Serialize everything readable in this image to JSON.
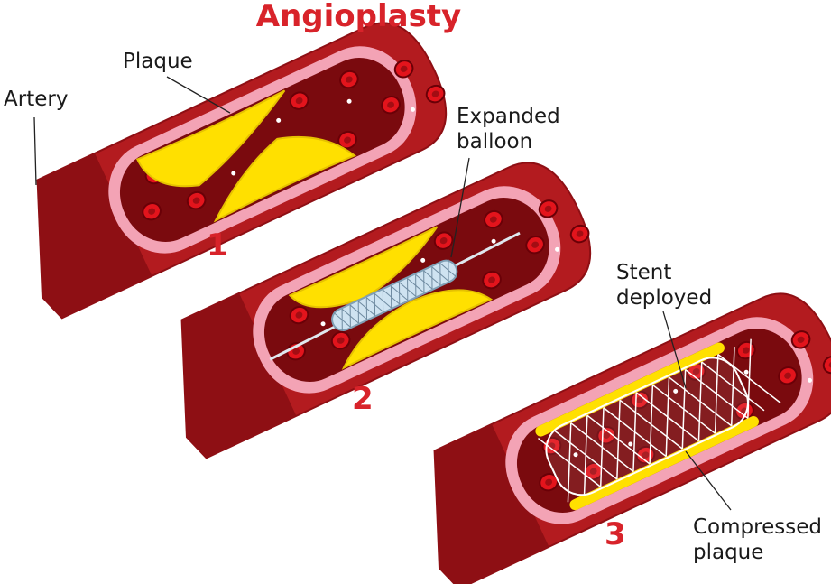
{
  "title": "Angioplasty",
  "labels": {
    "artery": "Artery",
    "plaque": "Plaque",
    "expanded_balloon_1": "Expanded",
    "expanded_balloon_2": "balloon",
    "stent_deployed_1": "Stent",
    "stent_deployed_2": "deployed",
    "compressed_plaque_1": "Compressed",
    "compressed_plaque_2": "plaque"
  },
  "steps": [
    "1",
    "2",
    "3"
  ],
  "colors": {
    "title_red": "#d8232a",
    "vessel_dark": "#8e0f14",
    "vessel_mid": "#b31b1f",
    "lining_pink": "#f3a3b5",
    "lumen": "#7a0a0e",
    "plaque_yellow": "#ffe000",
    "blood_cell": "#e3141c",
    "stent_white": "#ffffff",
    "balloon_blue": "#cfe3f1"
  }
}
